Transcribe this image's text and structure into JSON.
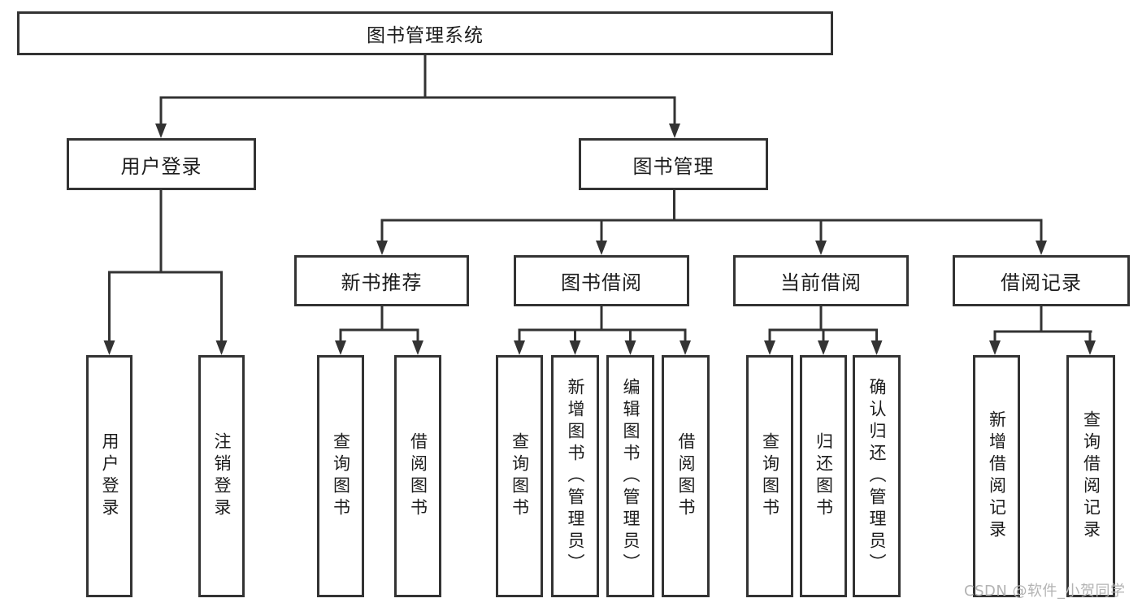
{
  "colors": {
    "line": "#333333",
    "box_border": "#333333",
    "box_background": "#ffffff",
    "text": "#1c1c1c",
    "watermark": "#b3b3b3",
    "page_background": "#ffffff"
  },
  "tree": {
    "root": "图书管理系统",
    "user_login": {
      "label": "用户登录",
      "children": [
        "用户登录",
        "注销登录"
      ]
    },
    "book_mgmt": {
      "label": "图书管理",
      "sections": [
        {
          "label": "新书推荐",
          "children": [
            "查询图书",
            "借阅图书"
          ]
        },
        {
          "label": "图书借阅",
          "children": [
            "查询图书",
            "新增图书（管理员）",
            "编辑图书（管理员）",
            "借阅图书"
          ]
        },
        {
          "label": "当前借阅",
          "children": [
            "查询图书",
            "归还图书",
            "确认归还（管理员）"
          ]
        },
        {
          "label": "借阅记录",
          "children": [
            "新增借阅记录",
            "查询借阅记录"
          ]
        }
      ]
    }
  },
  "watermark": "CSDN @软件_小贺同学"
}
